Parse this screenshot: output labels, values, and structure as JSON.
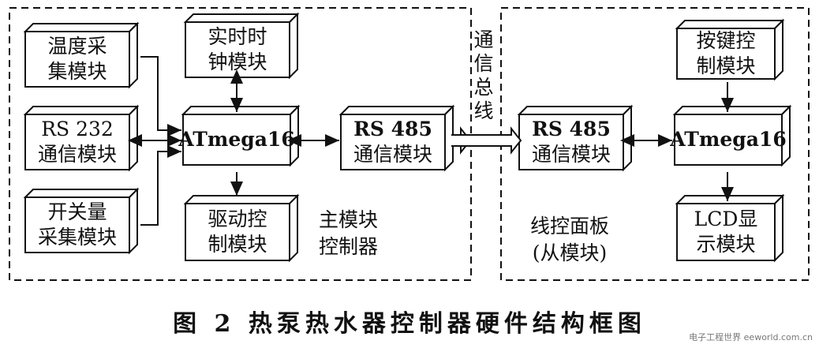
{
  "blocks": {
    "temp": [
      "温度采",
      "集模块"
    ],
    "rtc": [
      "实时时",
      "钟模块"
    ],
    "rs232": [
      "RS 232",
      "通信模块"
    ],
    "mcu_main": [
      "ATmega16"
    ],
    "rs485_main": [
      "RS 485",
      "通信模块"
    ],
    "switch": [
      "开关量",
      "采集模块"
    ],
    "driver": [
      "驱动控",
      "制模块"
    ],
    "rs485_panel": [
      "RS 485",
      "通信模块"
    ],
    "mcu_panel": [
      "ATmega16"
    ],
    "keys": [
      "按键控",
      "制模块"
    ],
    "lcd": [
      "LCD显",
      "示模块"
    ]
  },
  "labels": {
    "bus": [
      "通",
      "信",
      "总",
      "线"
    ],
    "main_group": [
      "主模块",
      "控制器"
    ],
    "panel_group": [
      "线控面板",
      "(从模块)"
    ]
  },
  "caption": "图 2  热泵热水器控制器硬件结构框图",
  "watermark": "电子工程世界 eeworld.com.cn"
}
